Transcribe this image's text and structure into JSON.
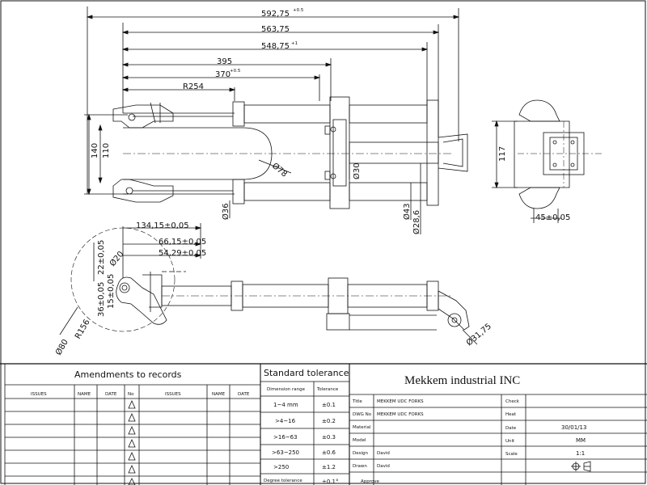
{
  "dimensions": {
    "d1": {
      "value": "592,75",
      "tol": "+0.5"
    },
    "d2": {
      "value": "563,75"
    },
    "d3": {
      "value": "548,75",
      "tol": "+1"
    },
    "d4": {
      "value": "395"
    },
    "d5": {
      "value": "370",
      "tol": "+0.5"
    },
    "d6": {
      "value": "R254"
    },
    "height140": "140",
    "height110": "110",
    "dia78": "Ø78",
    "dia30": "Ø30",
    "dia36": "Ø36",
    "dia43": "Ø43",
    "dia28_6": "Ø28,6",
    "side117": "117",
    "side45": "45±0,05",
    "b1": "134,15±0,05",
    "b2": "66,15±0,05",
    "b3": "54,29±0,05",
    "b4": "22±0,05",
    "b5": "Ø20",
    "b6": "36±0,05",
    "b7": "15±0,05",
    "b8": "R156",
    "b9": "Ø80",
    "b10": "Ø31,75"
  },
  "amendments": {
    "title": "Amendments to records",
    "headers": [
      "ISSUES",
      "NAME",
      "DATE",
      "No",
      "ISSUES",
      "NAME",
      "DATE"
    ],
    "rows": 6
  },
  "tolerance": {
    "title": "Standard tolerance",
    "headers": [
      "Dimension range",
      "Tolerance"
    ],
    "rows": [
      {
        "range": "1~4 mm",
        "tol": "±0.1"
      },
      {
        "range": ">4~16",
        "tol": "±0.2"
      },
      {
        "range": ">16~63",
        "tol": "±0.3"
      },
      {
        "range": ">63~250",
        "tol": "±0.6"
      },
      {
        "range": ">250",
        "tol": "±1.2"
      },
      {
        "range": "Degree tolerance",
        "tol": "±0.1°"
      }
    ]
  },
  "company": "Mekkem industrial INC",
  "titleblock": {
    "title_label": "Title",
    "title_value": "MEKKEM UDC FORKS",
    "dwg_label": "DWG No",
    "dwg_value": "MEKKEM UDC FORKS",
    "material_label": "Material",
    "model_label": "Model",
    "design_label": "Design",
    "design_value": "David",
    "drawn_label": "Drawn",
    "drawn_value": "David",
    "approve_label": "Approve",
    "check_label": "Check",
    "heat_label": "Heat",
    "date_label": "Date",
    "date_value": "30/01/13",
    "unit_label": "Unit",
    "unit_value": "MM",
    "scale_label": "Scale",
    "scale_value": "1:1"
  }
}
